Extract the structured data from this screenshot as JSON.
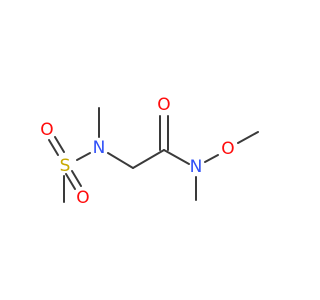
{
  "molecule": {
    "atoms": [
      {
        "id": "o-carbonyl",
        "label": "O",
        "color": "#ff0d0d"
      },
      {
        "id": "n-amide",
        "label": "N",
        "color": "#3050f8"
      },
      {
        "id": "o-methoxy",
        "label": "O",
        "color": "#ff0d0d"
      },
      {
        "id": "n-sulfonamide",
        "label": "N",
        "color": "#3050f8"
      },
      {
        "id": "s-sulfonyl",
        "label": "S",
        "color": "#c8a800"
      },
      {
        "id": "o-sulfonyl-top",
        "label": "O",
        "color": "#ff0d0d"
      },
      {
        "id": "o-sulfonyl-bottom",
        "label": "O",
        "color": "#ff0d0d"
      }
    ],
    "bond_color": "#3a3a3a"
  }
}
